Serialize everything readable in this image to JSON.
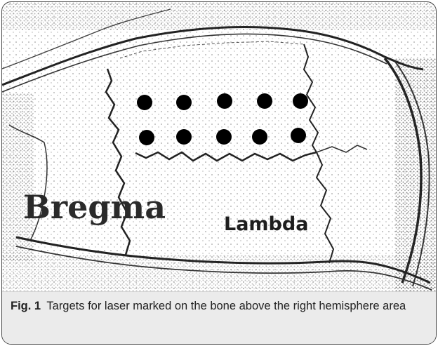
{
  "figure": {
    "labels": {
      "bregma": "Bregma",
      "lambda": "Lambda"
    },
    "targets": {
      "rows": 2,
      "columns": 5
    },
    "caption": {
      "label": "Fig. 1",
      "text": "Targets for laser marked on the bone above the right hemisphere area"
    }
  }
}
